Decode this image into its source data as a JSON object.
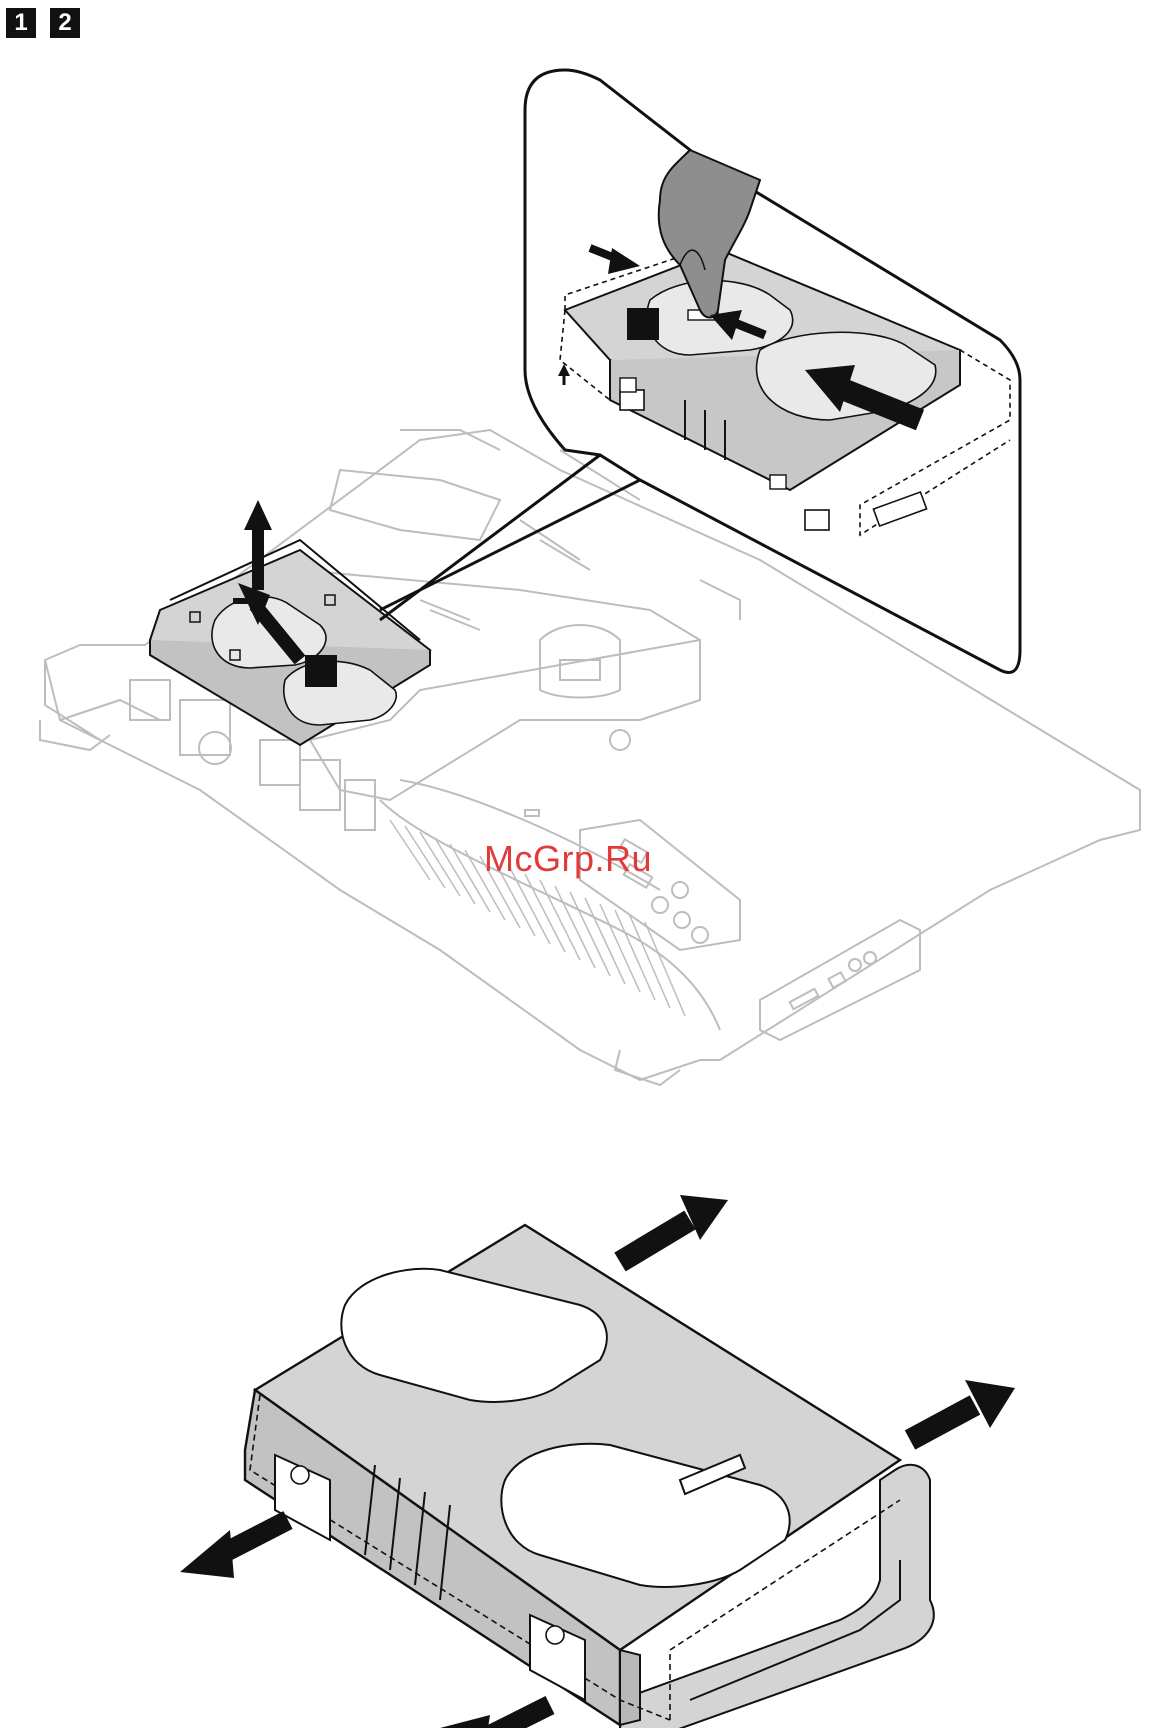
{
  "steps": {
    "step1": "1",
    "step2": "2"
  },
  "watermark": "McGrp.Ru",
  "colors": {
    "line": "#111111",
    "light_line": "#bdbdbd",
    "fill_gray": "#d4d4d4",
    "hand_gray": "#8e8e8e",
    "watermark": "#e03a3a"
  },
  "icons": {
    "arrow": "arrow-icon",
    "callout": "callout-bubble",
    "hand": "hand-icon"
  }
}
